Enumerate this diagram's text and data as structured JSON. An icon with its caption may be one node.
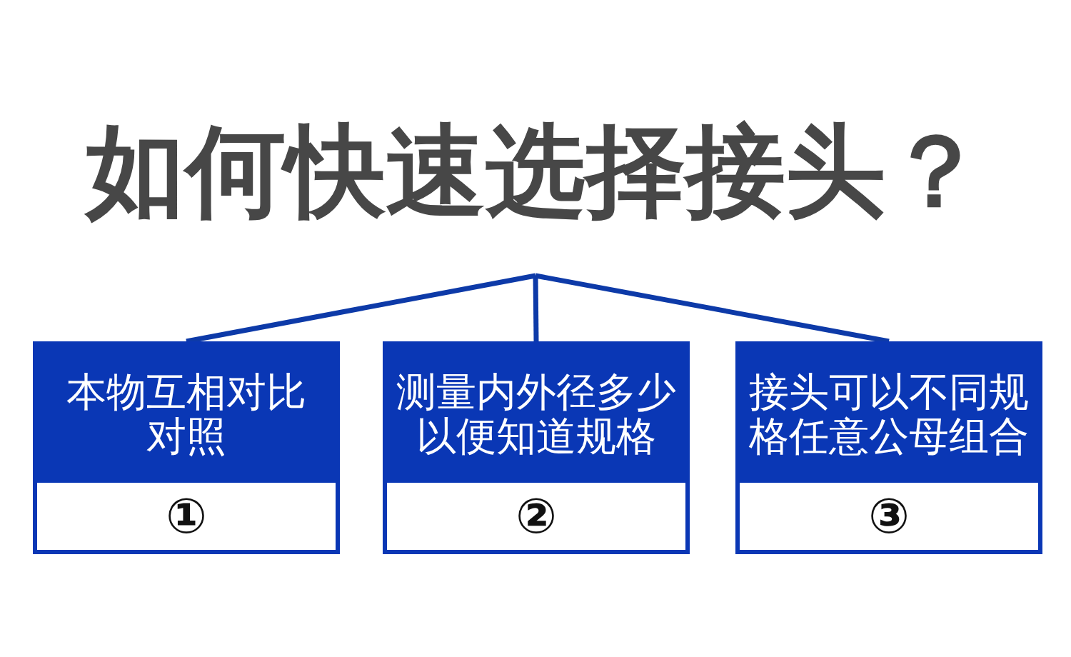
{
  "diagram": {
    "title": "如何快速选择接头？",
    "nodes": [
      {
        "text": [
          "本物互相对比对照",
          "①"
        ]
      },
      {
        "text": [
          "测量内外径多少以便知道规格",
          "②"
        ]
      },
      {
        "text": [
          "接头可以不同规格任意公母组合",
          "③"
        ]
      }
    ],
    "edges": [
      {
        "from": null,
        "to": 0,
        "arrow": "none"
      },
      {
        "from": null,
        "to": 1,
        "arrow": "none"
      },
      {
        "from": null,
        "to": 2,
        "arrow": "none"
      }
    ]
  }
}
